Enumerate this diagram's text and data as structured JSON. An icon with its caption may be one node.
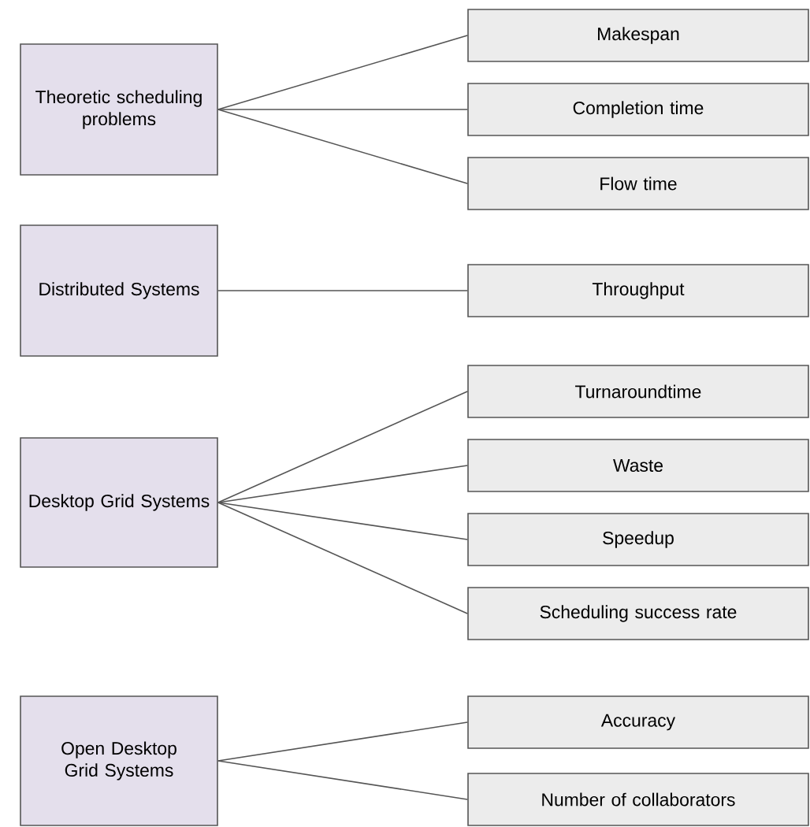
{
  "diagram": {
    "nodes": [
      {
        "text": [
          "Theoretic scheduling problems"
        ]
      },
      {
        "text": [
          "Makespan"
        ]
      },
      {
        "text": [
          "Completion time"
        ]
      },
      {
        "text": [
          "Flow time"
        ]
      },
      {
        "text": [
          "Distributed Systems"
        ]
      },
      {
        "text": [
          "Throughput"
        ]
      },
      {
        "text": [
          "Desktop Grid Systems"
        ]
      },
      {
        "text": [
          "Turnaroundtime"
        ]
      },
      {
        "text": [
          "Waste"
        ]
      },
      {
        "text": [
          "Speedup"
        ]
      },
      {
        "text": [
          "Scheduling success rate"
        ]
      },
      {
        "text": [
          "Open Desktop Grid Systems"
        ]
      },
      {
        "text": [
          "Accuracy"
        ]
      },
      {
        "text": [
          "Number of collaborators"
        ]
      }
    ],
    "edges": [
      {
        "from": 0,
        "to": 1,
        "arrow": "none"
      },
      {
        "from": 0,
        "to": 2,
        "arrow": "none"
      },
      {
        "from": 0,
        "to": 3,
        "arrow": "none"
      },
      {
        "from": 4,
        "to": 5,
        "arrow": "none"
      },
      {
        "from": 6,
        "to": 7,
        "arrow": "none"
      },
      {
        "from": 6,
        "to": 8,
        "arrow": "none"
      },
      {
        "from": 6,
        "to": 9,
        "arrow": "none"
      },
      {
        "from": 6,
        "to": 10,
        "arrow": "none"
      },
      {
        "from": 11,
        "to": 12,
        "arrow": "none"
      },
      {
        "from": 11,
        "to": 13,
        "arrow": "none"
      }
    ]
  }
}
